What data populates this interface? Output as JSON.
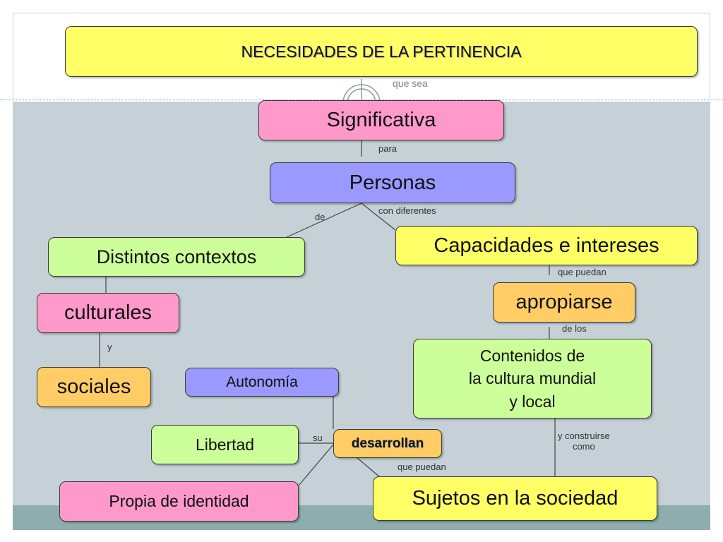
{
  "title": "NECESIDADES DE LA PERTINENCIA",
  "nodes": {
    "significativa": "Significativa",
    "personas": "Personas",
    "distintos_contextos": "Distintos contextos",
    "capacidades": "Capacidades e intereses",
    "culturales": "culturales",
    "apropiarse": "apropiarse",
    "sociales": "sociales",
    "contenidos_l1": "Contenidos de",
    "contenidos_l2": "la cultura mundial",
    "contenidos_l3": "y local",
    "autonomia": "Autonomía",
    "libertad": "Libertad",
    "desarrollan": "desarrollan",
    "identidad": "Propia de identidad",
    "sujetos": "Sujetos en la sociedad"
  },
  "links": {
    "que_sea": "que sea",
    "para": "para",
    "de": "de",
    "con_diferentes": "con diferentes",
    "que_puedan_1": "que puedan",
    "de_los": "de los",
    "y": "y",
    "su": "su",
    "y_construirse_l1": "y construirse",
    "y_construirse_l2": "como",
    "que_puedan_2": "que puedan"
  },
  "colors": {
    "yellow": "#ffff66",
    "pink": "#ff99cc",
    "blue": "#9999ff",
    "green": "#ccff99",
    "orange": "#ffcc66",
    "background_panel": "#c5d1d6",
    "background_band": "#8eaeae"
  }
}
